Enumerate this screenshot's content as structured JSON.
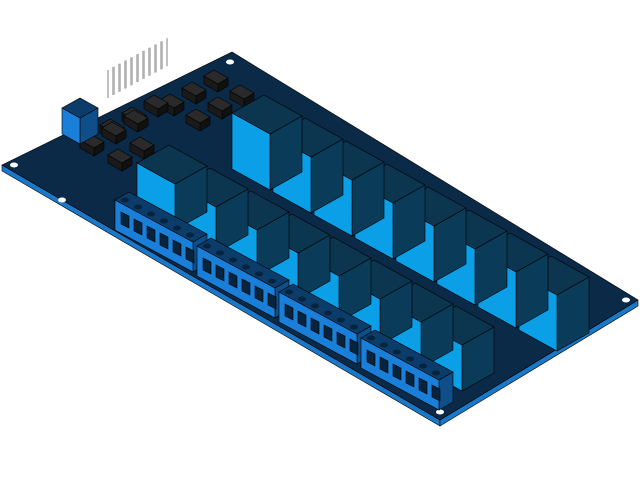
{
  "colors": {
    "background": "#ffffff",
    "board_top": "#0b2a48",
    "board_edge": "#1a78c8",
    "relay_top": "#0c3550",
    "relay_front": "#0a9fe6",
    "relay_side": "#0a3c5a",
    "terminal": "#1a7fd8",
    "terminal_dark": "#0c3d6a",
    "ic": "#1a1a1a",
    "pin": "#b0b0b0"
  },
  "board": {
    "relay_rows": 2,
    "relays_per_row": 8,
    "terminal_blocks": 4,
    "terminals_per_block": 6,
    "header_pins": 10
  }
}
